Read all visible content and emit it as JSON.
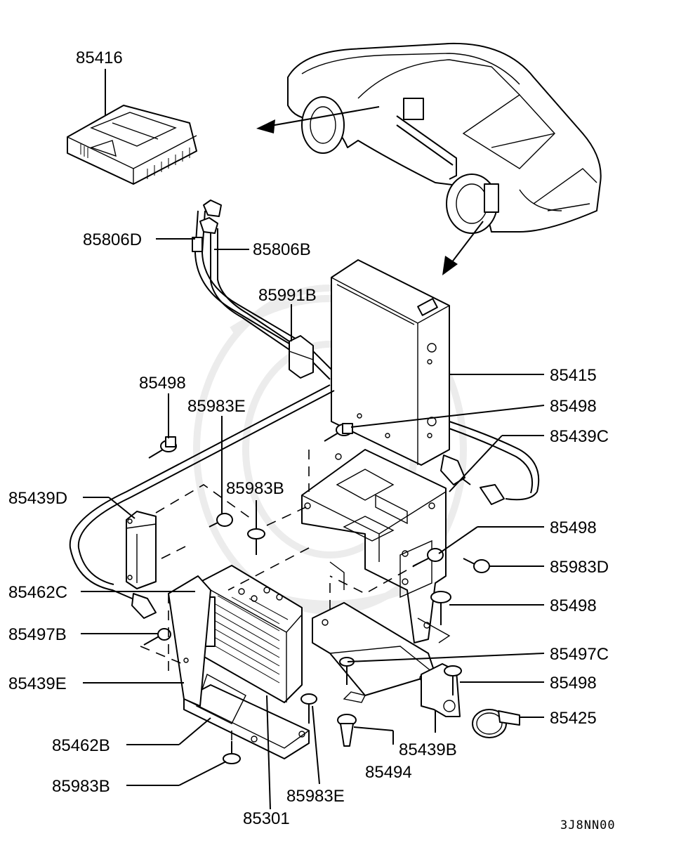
{
  "figure_code": "3J8NN00",
  "labels": {
    "p85416": "85416",
    "p85806D": "85806D",
    "p85806B": "85806B",
    "p85991B": "85991B",
    "p85415": "85415",
    "p85498_a": "85498",
    "p85983E_a": "85983E",
    "p85498_b": "85498",
    "p85439C": "85439C",
    "p85439D": "85439D",
    "p85983B_a": "85983B",
    "p85498_c": "85498",
    "p85983D": "85983D",
    "p85462C": "85462C",
    "p85498_d": "85498",
    "p85497B": "85497B",
    "p85497C": "85497C",
    "p85439E": "85439E",
    "p85498_e": "85498",
    "p85425": "85425",
    "p85462B": "85462B",
    "p85439B": "85439B",
    "p85494": "85494",
    "p85983B_b": "85983B",
    "p85983E_b": "85983E",
    "p85301": "85301"
  }
}
